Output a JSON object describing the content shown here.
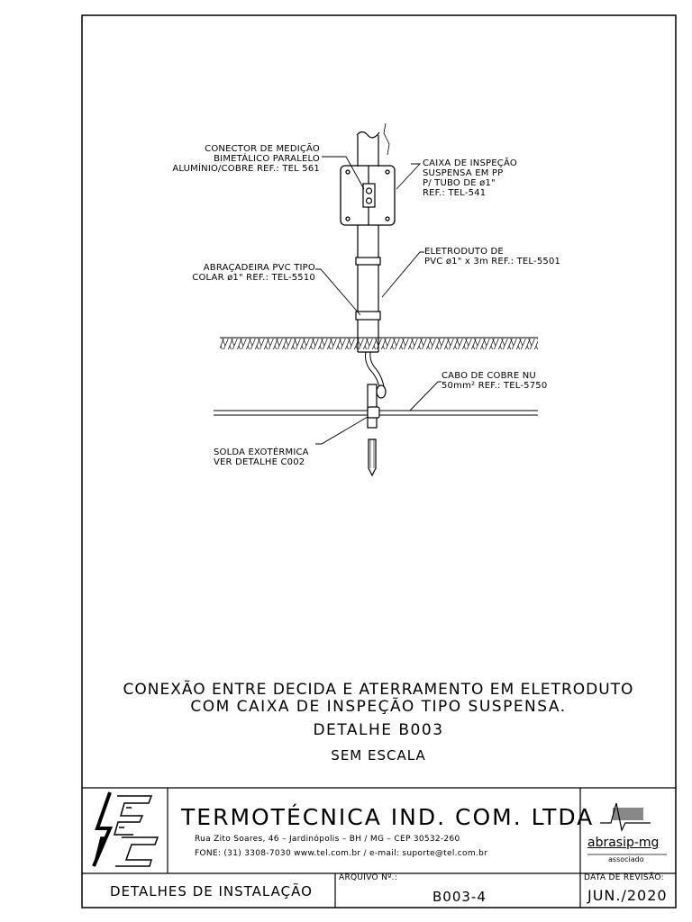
{
  "labels": {
    "connector": [
      "CONECTOR DE MEDIÇÃO",
      "BIMETÁLICO PARALELO",
      "ALUMÍNIO/COBRE REF.: TEL 561"
    ],
    "inspection_box": [
      "CAIXA DE INSPEÇÃO",
      "SUSPENSA EM PP",
      "P/ TUBO DE ø1\"",
      "REF.: TEL-541"
    ],
    "conduit": [
      "ELETRODUTO DE",
      "PVC ø1\" x 3m REF.: TEL-5501"
    ],
    "clamp": [
      "ABRAÇADEIRA PVC TIPO",
      "COLAR ø1\" REF.: TEL-5510"
    ],
    "cable": [
      "CABO DE COBRE NU",
      "50mm² REF.: TEL-5750"
    ],
    "weld": [
      "SOLDA EXOTÉRMICA",
      "VER DETALHE C002"
    ]
  },
  "caption": {
    "line1": "CONEXÃO ENTRE DECIDA E ATERRAMENTO EM ELETRODUTO",
    "line2": "COM CAIXA DE INSPEÇÃO TIPO SUSPENSA.",
    "detail": "DETALHE B003",
    "scale": "SEM ESCALA"
  },
  "title_block": {
    "company": "TERMOTÉCNICA IND. COM. LTDA",
    "address": "Rua Zito Soares, 46 – Jardinópolis – BH / MG – CEP 30532-260",
    "contact": "FONE: (31) 3308-7030 www.tel.com.br / e-mail: suporte@tel.com.br",
    "assoc_name": "abrasip-mg",
    "assoc_sub": "associado",
    "section": "DETALHES DE INSTALAÇÃO",
    "file_label": "ARQUIVO Nº.:",
    "file_value": "B003-4",
    "rev_label": "DATA DE REVISÃO:",
    "rev_value": "JUN./2020"
  }
}
